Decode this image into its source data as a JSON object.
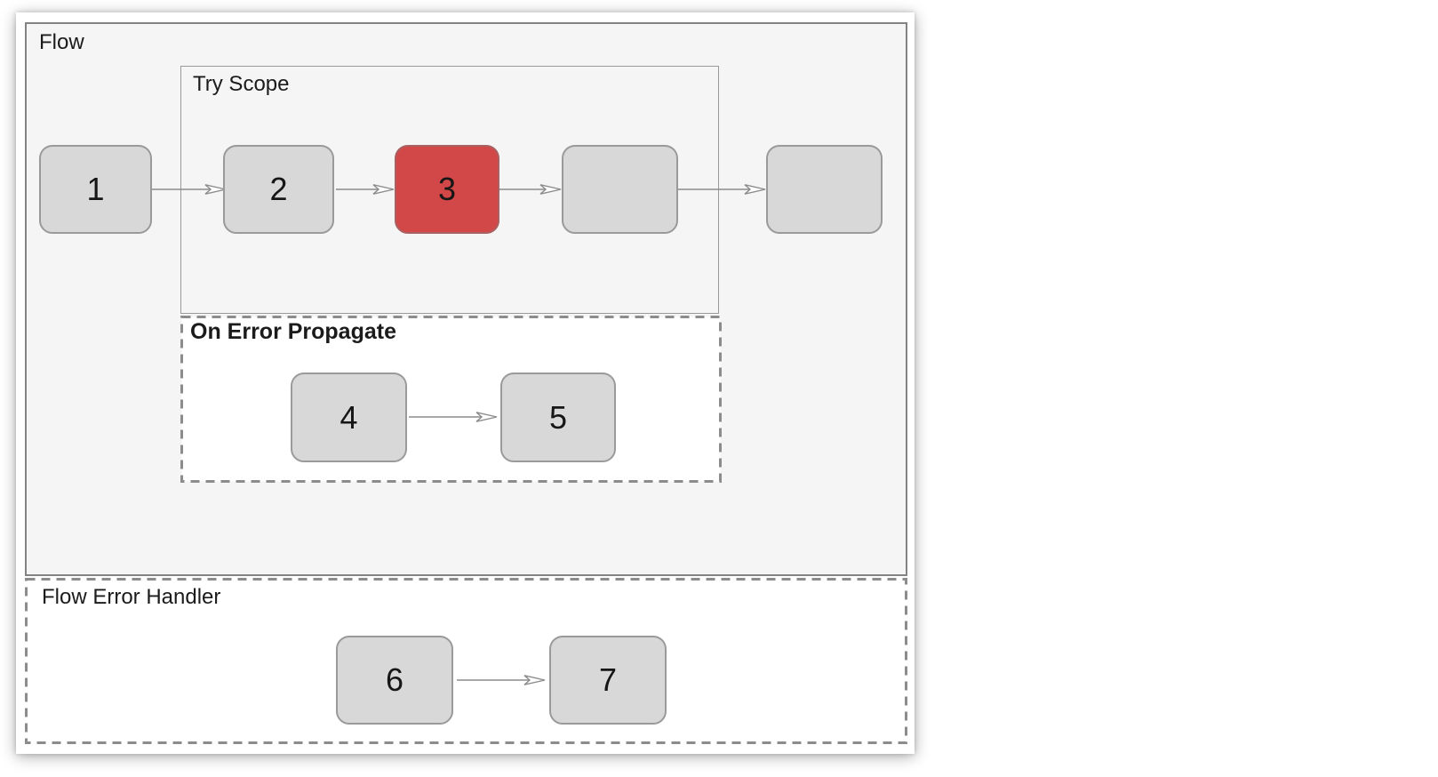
{
  "diagram": {
    "flow": {
      "label": "Flow"
    },
    "try_scope": {
      "label": "Try Scope"
    },
    "on_error_propagate": {
      "label": "On Error Propagate"
    },
    "flow_error_handler": {
      "label": "Flow Error Handler"
    },
    "nodes": [
      {
        "id": "flow-step-1",
        "label": "1",
        "state": "normal",
        "container": "flow"
      },
      {
        "id": "try-step-2",
        "label": "2",
        "state": "normal",
        "container": "try-scope"
      },
      {
        "id": "try-step-3",
        "label": "3",
        "state": "error",
        "container": "try-scope"
      },
      {
        "id": "try-step-blank",
        "label": "",
        "state": "normal",
        "container": "try-scope"
      },
      {
        "id": "flow-step-blank",
        "label": "",
        "state": "normal",
        "container": "flow"
      },
      {
        "id": "error-step-4",
        "label": "4",
        "state": "normal",
        "container": "on-error-propagate"
      },
      {
        "id": "error-step-5",
        "label": "5",
        "state": "normal",
        "container": "on-error-propagate"
      },
      {
        "id": "handler-step-6",
        "label": "6",
        "state": "normal",
        "container": "flow-error-handler"
      },
      {
        "id": "handler-step-7",
        "label": "7",
        "state": "normal",
        "container": "flow-error-handler"
      }
    ],
    "colors": {
      "node_fill": "#d8d8d8",
      "node_border": "#9a9a9a",
      "error_node_fill": "#d24848",
      "container_fill": "#f5f5f5",
      "line_gray": "#8c8c8c"
    }
  }
}
